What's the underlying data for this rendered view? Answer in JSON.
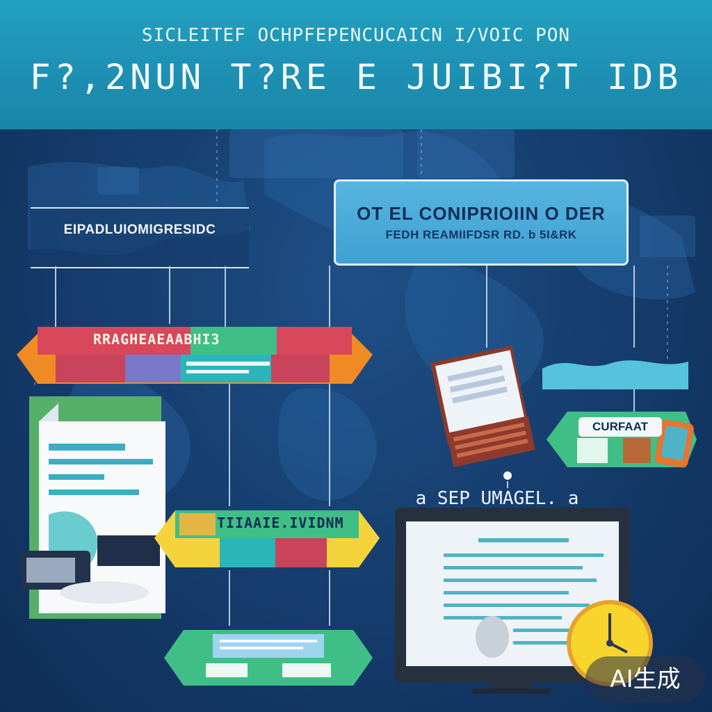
{
  "header": {
    "subtitle": "SICLEITEF OCHPFEPENCUCAICN I/VOIC PON",
    "title": "F?,2NUN T?RE E JUIBI?T IDB"
  },
  "left_panel": {
    "label": "EIPADLUIOMIGRESIDC"
  },
  "right_panel": {
    "line1": "OT  EL  CONIPRIOIIN  O  DER",
    "line2": "FEDH  REAMIIFDSR  RD. b  5I&RK"
  },
  "nodes": {
    "top_banner_label": "RRAGHEAEAABHI3",
    "middle_banner_label": "TIIAAIE.IVIDNM",
    "cube_label": "CURFAAT"
  },
  "bottom_right": {
    "label": "a SEP UMAGEL. a"
  },
  "watermark": {
    "text": "AI生成"
  },
  "colors": {
    "header": "#1d8fb2",
    "background": "#163f70",
    "accent_red": "#d9475a",
    "accent_orange": "#f08a24",
    "accent_green": "#3fbf86",
    "accent_teal": "#2ab5b8",
    "accent_yellow": "#f5d33c",
    "accent_purple": "#7a78c8"
  },
  "icons": [
    "document-icon",
    "tablet-icon",
    "cube-icon",
    "monitor-icon",
    "clock-icon"
  ]
}
